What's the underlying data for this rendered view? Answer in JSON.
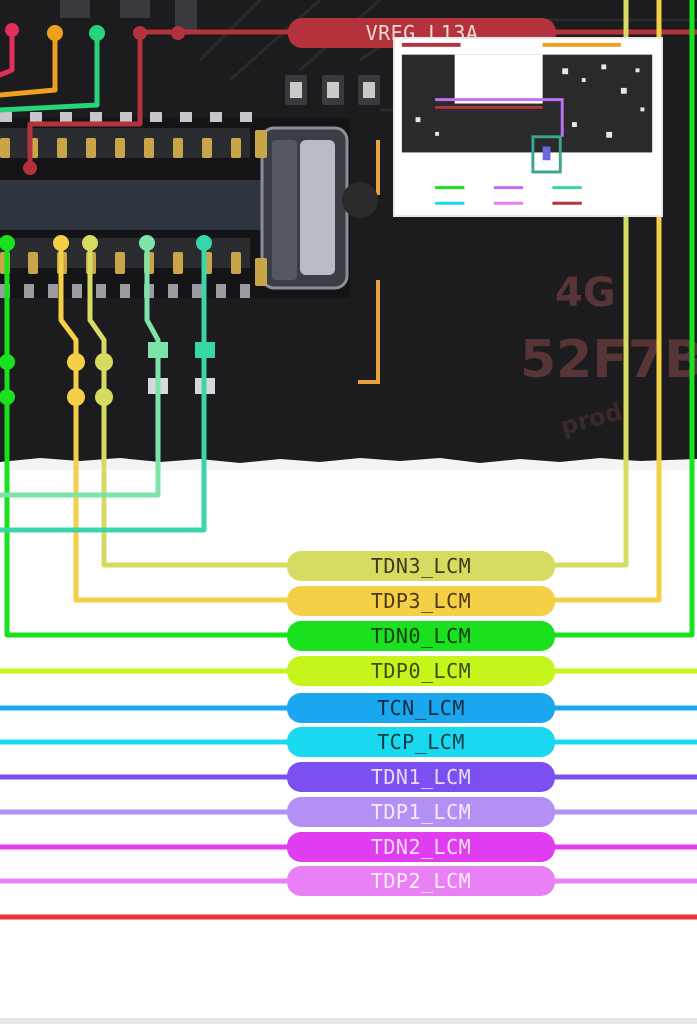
{
  "diagram": {
    "labels": [
      {
        "id": "vreg",
        "text": "VREG_L13A",
        "color": "#b4323c",
        "text_color": "#f0d8d8"
      },
      {
        "id": "tdn3",
        "text": "TDN3_LCM",
        "color": "#d6dc62",
        "text_color": "#3a3a1a"
      },
      {
        "id": "tdp3",
        "text": "TDP3_LCM",
        "color": "#f5cf45",
        "text_color": "#4a3a10"
      },
      {
        "id": "tdn0",
        "text": "TDN0_LCM",
        "color": "#19e11d",
        "text_color": "#0f3a0f"
      },
      {
        "id": "tdp0",
        "text": "TDP0_LCM",
        "color": "#c6f51c",
        "text_color": "#3a4a10"
      },
      {
        "id": "tcn",
        "text": "TCN_LCM",
        "color": "#1aa7f0",
        "text_color": "#0b2a40"
      },
      {
        "id": "tcp",
        "text": "TCP_LCM",
        "color": "#1ad8f0",
        "text_color": "#0b3a40"
      },
      {
        "id": "tdn1",
        "text": "TDN1_LCM",
        "color": "#7b4ff0",
        "text_color": "#e6dcff"
      },
      {
        "id": "tdp1",
        "text": "TDP1_LCM",
        "color": "#b490f5",
        "text_color": "#f3ecff"
      },
      {
        "id": "tdn2",
        "text": "TDN2_LCM",
        "color": "#e03cf0",
        "text_color": "#fae0ff"
      },
      {
        "id": "tdp2",
        "text": "TDP2_LCM",
        "color": "#ea80f5",
        "text_color": "#fff0ff"
      }
    ],
    "silkscreen": [
      "4G",
      "52F7B",
      "prod"
    ],
    "bottom_line_color": "#e8323c"
  }
}
